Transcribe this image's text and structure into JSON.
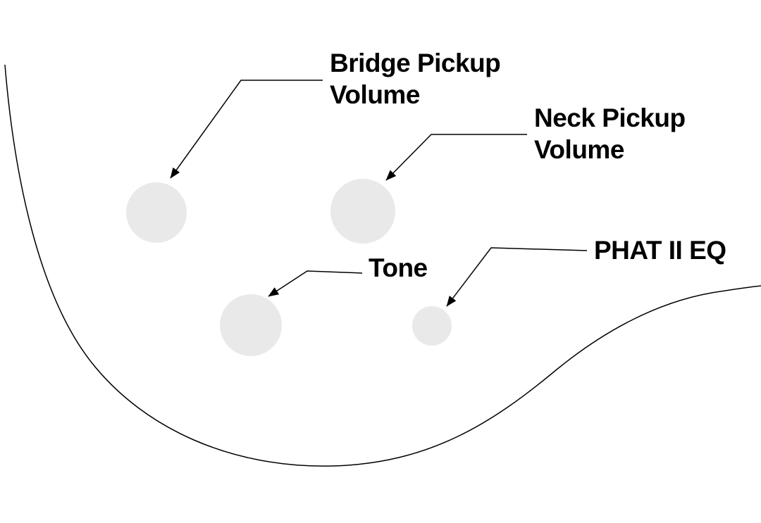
{
  "diagram": {
    "description": "Guitar control layout diagram",
    "labels": {
      "bridge_pickup_volume": "Bridge Pickup\nVolume",
      "neck_pickup_volume": "Neck Pickup\nVolume",
      "tone": "Tone",
      "phat_ii_eq": "PHAT II EQ"
    },
    "knobs": [
      {
        "name": "bridge-pickup-volume-knob",
        "label": "Bridge Pickup Volume"
      },
      {
        "name": "neck-pickup-volume-knob",
        "label": "Neck Pickup Volume"
      },
      {
        "name": "tone-knob",
        "label": "Tone"
      },
      {
        "name": "phat-ii-eq-knob",
        "label": "PHAT II EQ"
      }
    ],
    "colors": {
      "knob_fill": "#e9e9e9",
      "knob_stroke": "#2a2a2a",
      "line": "#000000",
      "text": "#000000",
      "background": "#ffffff"
    }
  }
}
